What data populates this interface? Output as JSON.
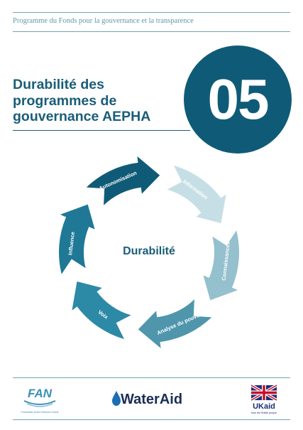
{
  "header": {
    "series_title": "Programme du Fonds pour la gouvernance et la transparence"
  },
  "title": {
    "lines": [
      "Durabilité des",
      "programmes de",
      "gouvernance AEPHA"
    ],
    "number": "05"
  },
  "diagram": {
    "center": "Durabilité",
    "steps": [
      {
        "label": "Information",
        "color": "#c6dfe6"
      },
      {
        "label": "Connaissances",
        "color": "#95c0ce"
      },
      {
        "label": "Analyse du pouvoir",
        "color": "#4f96ad"
      },
      {
        "label": "Voix",
        "color": "#2d8aa6"
      },
      {
        "label": "Influence",
        "color": "#1f7896"
      },
      {
        "label": "Autonomisation",
        "color": "#0f5b77"
      }
    ]
  },
  "footer": {
    "fan_name": "FAN",
    "fan_tagline": "Freshwater Action Network Global",
    "wateraid_name": "WaterAid",
    "ukaid_name": "UKaid",
    "ukaid_tagline": "from the British people"
  },
  "colors": {
    "brand_dark": "#0f5b77",
    "brand_text": "#1a5d78",
    "rule": "#6fa3b4"
  }
}
